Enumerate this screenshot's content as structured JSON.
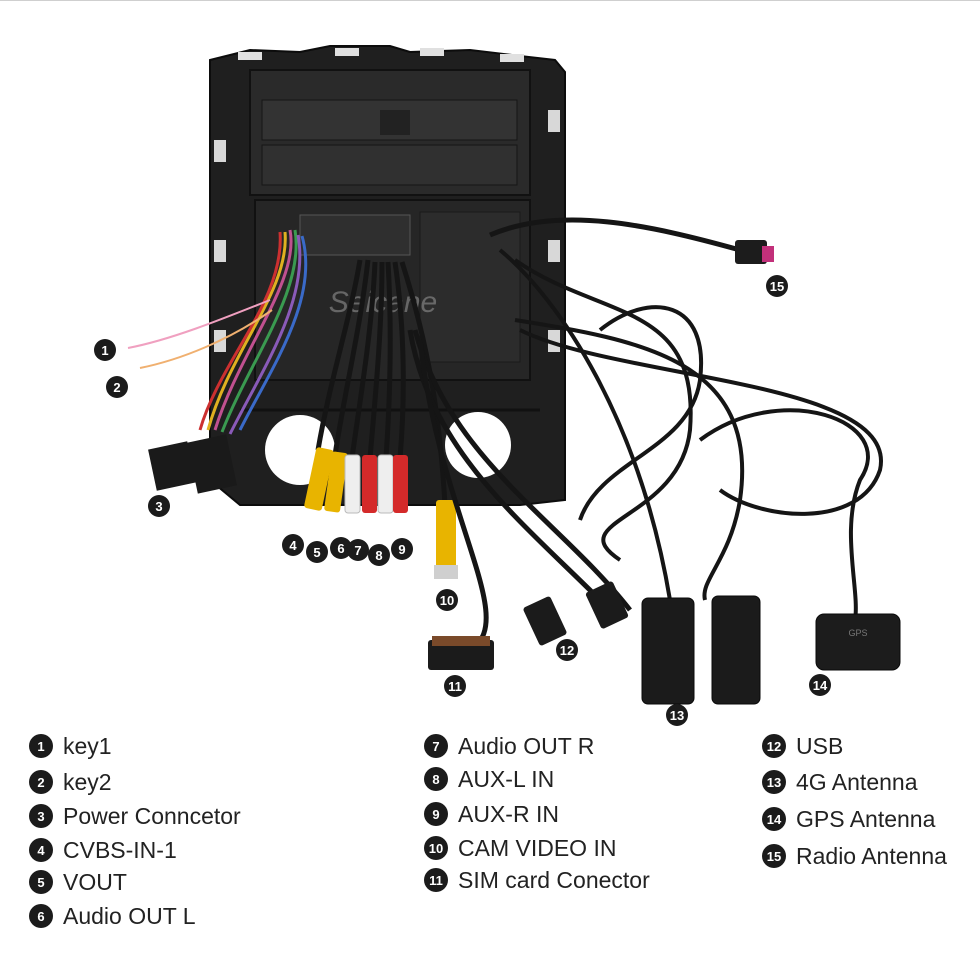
{
  "watermark": "Seicane",
  "legend": [
    {
      "num": "1",
      "label": "key1"
    },
    {
      "num": "2",
      "label": "key2"
    },
    {
      "num": "3",
      "label": "Power Conncetor"
    },
    {
      "num": "4",
      "label": "CVBS-IN-1"
    },
    {
      "num": "5",
      "label": "VOUT"
    },
    {
      "num": "6",
      "label": "Audio OUT L"
    },
    {
      "num": "7",
      "label": "Audio OUT R"
    },
    {
      "num": "8",
      "label": "AUX-L IN"
    },
    {
      "num": "9",
      "label": "AUX-R IN"
    },
    {
      "num": "10",
      "label": "CAM VIDEO IN"
    },
    {
      "num": "11",
      "label": "SIM card Conector"
    },
    {
      "num": "12",
      "label": "USB"
    },
    {
      "num": "13",
      "label": "4G Antenna"
    },
    {
      "num": "14",
      "label": "GPS Antenna"
    },
    {
      "num": "15",
      "label": "Radio Antenna"
    }
  ],
  "colors": {
    "frame": "#1f1f1f",
    "cable": "#151515",
    "rca_yellow": "#e8b400",
    "rca_white": "#eeeeee",
    "rca_red": "#d42a2a",
    "marker": "#1b1b1b",
    "pink_connector": "#c2307a"
  }
}
